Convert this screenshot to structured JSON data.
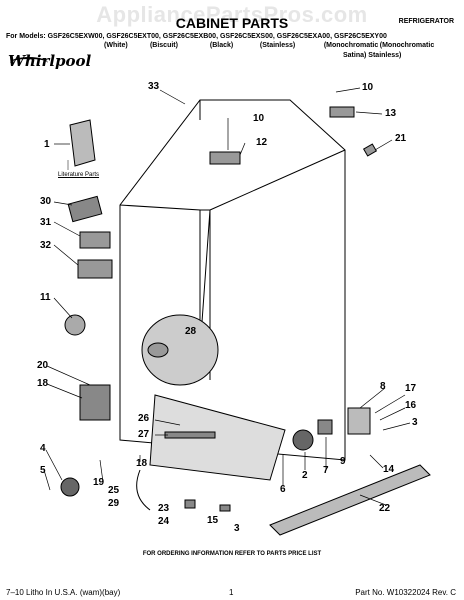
{
  "watermark": "AppliancePartsPros.com",
  "header": {
    "title": "CABINET PARTS",
    "doc_type": "REFRIGERATOR",
    "models_line": "For Models: GSF26C5EXW00, GSF26C5EXT00, GSF26C5EXB00, GSF26C5EXS00, GSF26C5EXA00, GSF26C5EXY00",
    "colors": [
      "(White)",
      "(Biscuit)",
      "(Black)",
      "(Stainless)",
      "(Monochromatic",
      "(Monochromatic"
    ],
    "colors_line2": [
      "Satina)",
      "Stainless)"
    ],
    "brand_logo": "Whirlpool"
  },
  "diagram": {
    "literature_label": "Literature Parts",
    "callouts": [
      "33",
      "10",
      "13",
      "10",
      "12",
      "21",
      "1",
      "30",
      "31",
      "32",
      "11",
      "28",
      "20",
      "18",
      "8",
      "17",
      "16",
      "26",
      "27",
      "3",
      "4",
      "18",
      "9",
      "5",
      "19",
      "25",
      "29",
      "6",
      "2",
      "7",
      "14",
      "23",
      "24",
      "15",
      "3",
      "22"
    ]
  },
  "footer": {
    "ordering_note": "FOR ORDERING INFORMATION REFER TO PARTS PRICE LIST",
    "litho": "7–10 Litho In U.S.A. (wam)(bay)",
    "page_number": "1",
    "part_number": "Part No. W10322024 Rev. C"
  },
  "colors": {
    "line": "#000000",
    "watermark": "#e6e6e6"
  }
}
